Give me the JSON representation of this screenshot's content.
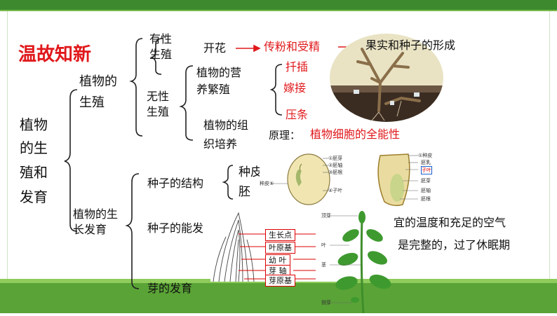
{
  "title": "温故知新",
  "root": {
    "line1": "植物",
    "line2": "的生",
    "line3": "殖和",
    "line4": "发育"
  },
  "branch_reproduction": {
    "line1": "植物的",
    "line2": "生殖"
  },
  "branch_development": {
    "line1": "植物的生",
    "line2": "长发育"
  },
  "sexual": {
    "line1": "有性",
    "line2": "生殖"
  },
  "asexual": {
    "line1": "无性",
    "line2": "生殖"
  },
  "flowering": "开花",
  "pollination": "传粉和受精",
  "fruit_seed": "果实和种子的形成",
  "vegetative": {
    "line1": "植物的营",
    "line2": "养繁殖"
  },
  "cutting": "扦插",
  "grafting": "嫁接",
  "layering": "压条",
  "tissue_culture": {
    "line1": "植物的组",
    "line2": "织培养"
  },
  "principle_label": "原理：",
  "principle_value": "植物细胞的全能性",
  "seed_structure": "种子的结构",
  "seed_coat": "种皮",
  "embryo_partial": "胚",
  "seed_germination": "种子的能发",
  "conditions": "宜的温度和充足的空气",
  "embryo_intact": "是完整的，过了休眠期",
  "bud_development": "芽的发育",
  "bud_labels": [
    "生长点",
    "叶原基",
    "幼 叶",
    "芽 轴",
    "芽原基"
  ],
  "bean_labels": [
    "①胚芽",
    "②胚轴",
    "③胚根",
    "④子叶",
    "种皮⑤"
  ],
  "corn_labels": [
    "①种皮",
    "胚乳",
    "子叶",
    "胚芽",
    "胚轴",
    "胚根"
  ],
  "plant_labels": [
    "顶芽",
    "叶",
    "茎",
    "侧芽"
  ],
  "colors": {
    "red": "#e0181b",
    "brand_green": "#3d8a2e",
    "ground_green": "#5aa336"
  }
}
